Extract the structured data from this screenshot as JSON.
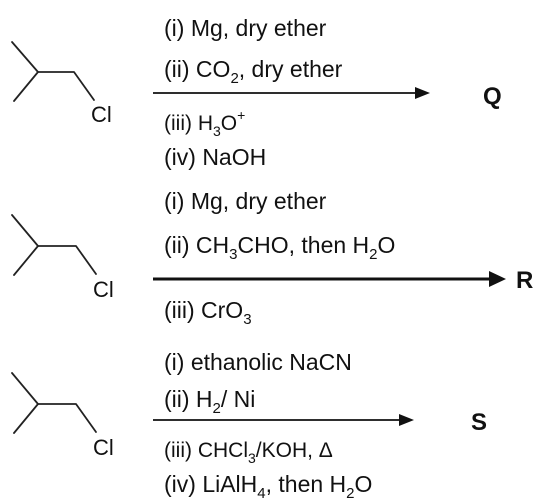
{
  "reactions": [
    {
      "reactant_atom": "Cl",
      "product": "Q",
      "steps": [
        {
          "prefix": "(i) Mg, dry ether",
          "parts": []
        },
        {
          "prefix": "(ii) CO",
          "parts": [
            {
              "t": "2",
              "sub": true
            },
            {
              "t": ", dry ether",
              "sub": false
            }
          ]
        },
        {
          "prefix": "(iii) H",
          "parts": [
            {
              "t": "3",
              "sub": true
            },
            {
              "t": "O",
              "sub": false
            },
            {
              "t": "+",
              "sup": true
            }
          ]
        },
        {
          "prefix": "(iv) NaOH",
          "parts": []
        }
      ]
    },
    {
      "reactant_atom": "Cl",
      "product": "R",
      "steps": [
        {
          "prefix": "(i) Mg, dry ether",
          "parts": []
        },
        {
          "prefix": "(ii) CH",
          "parts": [
            {
              "t": "3",
              "sub": true
            },
            {
              "t": "CHO, then H",
              "sub": false
            },
            {
              "t": "2",
              "sub": true
            },
            {
              "t": "O",
              "sub": false
            }
          ]
        },
        {
          "prefix": "(iii) CrO",
          "parts": [
            {
              "t": "3",
              "sub": true
            }
          ]
        }
      ]
    },
    {
      "reactant_atom": "Cl",
      "product": "S",
      "steps": [
        {
          "prefix": "(i) ethanolic NaCN",
          "parts": []
        },
        {
          "prefix": "(ii) H",
          "parts": [
            {
              "t": "2",
              "sub": true
            },
            {
              "t": "/ Ni",
              "sub": false
            }
          ]
        },
        {
          "prefix": "(iii) CHCl",
          "parts": [
            {
              "t": "3",
              "sub": true
            },
            {
              "t": "/KOH, Δ",
              "sub": false
            }
          ]
        },
        {
          "prefix": "(iv) LiAlH",
          "parts": [
            {
              "t": "4",
              "sub": true
            },
            {
              "t": ", then H",
              "sub": false
            },
            {
              "t": "2",
              "sub": true
            },
            {
              "t": "O",
              "sub": false
            }
          ]
        }
      ]
    }
  ]
}
